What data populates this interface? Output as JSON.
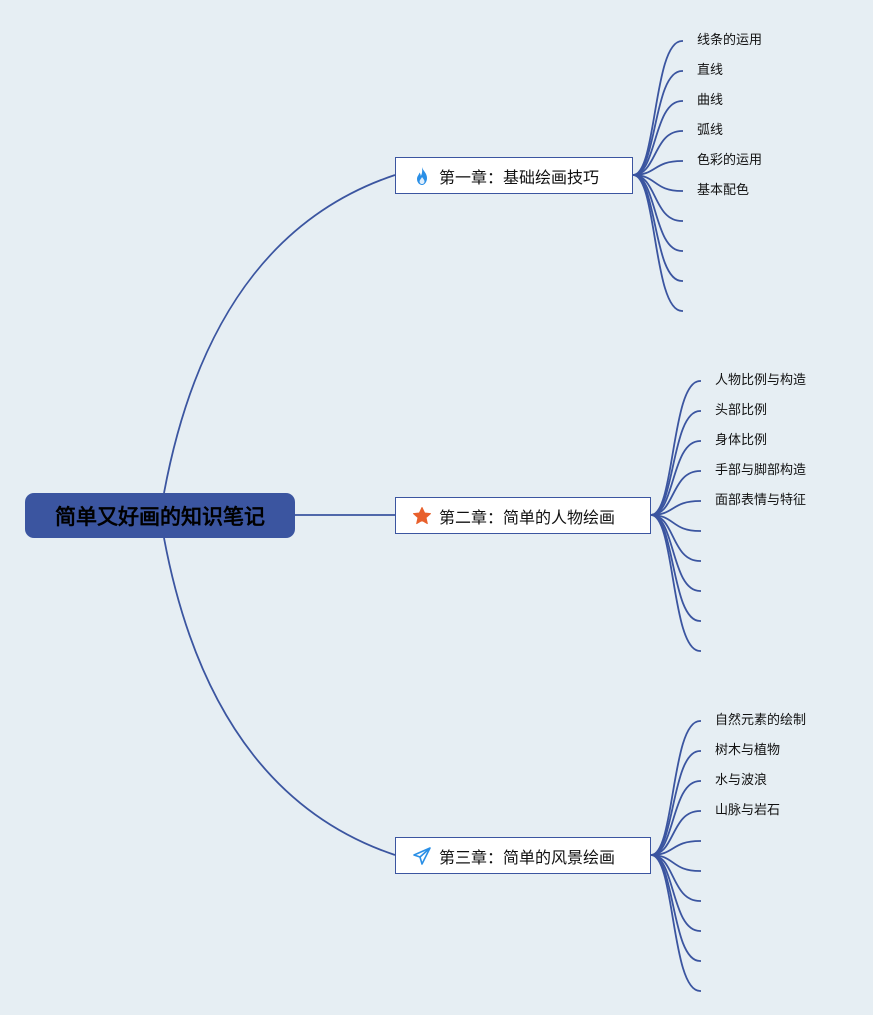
{
  "root": {
    "title": "简单又好画的知识笔记"
  },
  "colors": {
    "background": "#e6eef3",
    "line": "#3b55a0",
    "root_fill": "#3b55a0",
    "fire_icon": "#2a8fe6",
    "star_icon": "#e8602c",
    "plane_icon": "#2a8fe6"
  },
  "branches": [
    {
      "title": "第一章：基础绘画技巧",
      "icon": "fire-icon",
      "children": [
        "线条的运用",
        "直线",
        "曲线",
        "弧线",
        "色彩的运用",
        "基本配色",
        "",
        "",
        "",
        ""
      ]
    },
    {
      "title": "第二章：简单的人物绘画",
      "icon": "star-icon",
      "children": [
        "人物比例与构造",
        "头部比例",
        "身体比例",
        "手部与脚部构造",
        "面部表情与特征",
        "",
        "",
        "",
        "",
        ""
      ]
    },
    {
      "title": "第三章：简单的风景绘画",
      "icon": "paper-plane-icon",
      "children": [
        "自然元素的绘制",
        "树木与植物",
        "水与波浪",
        "山脉与岩石",
        "",
        "",
        "",
        "",
        "",
        ""
      ]
    }
  ]
}
